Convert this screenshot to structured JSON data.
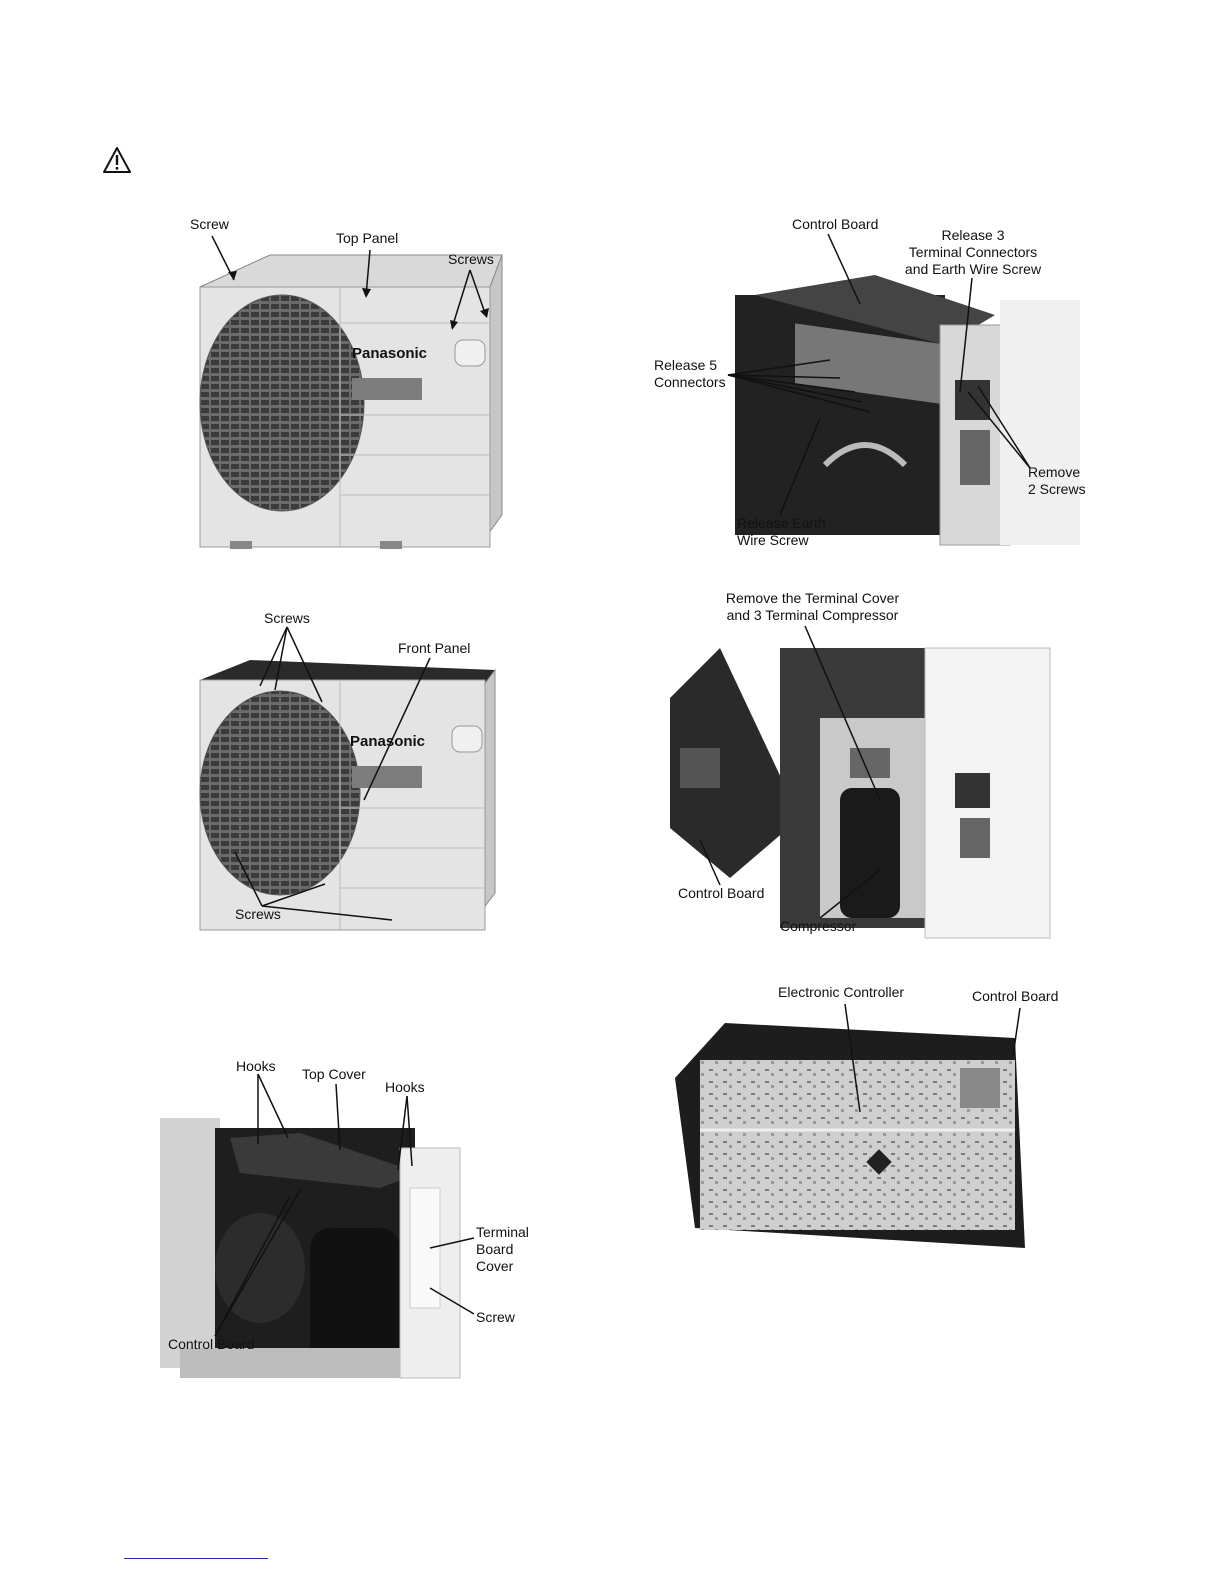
{
  "figures": {
    "fig1": {
      "labels": {
        "screw": "Screw",
        "top_panel": "Top Panel",
        "screws": "Screws"
      },
      "brand": "Panasonic"
    },
    "fig2": {
      "labels": {
        "control_board": "Control Board",
        "release_terminal": "Release 3\nTerminal Connectors\nand Earth Wire Screw",
        "release_connectors": "Release 5\nConnectors",
        "remove_screws": "Remove\n2 Screws",
        "release_earth": "Release Earth\nWire Screw"
      }
    },
    "fig3": {
      "labels": {
        "screws_top": "Screws",
        "front_panel": "Front Panel",
        "screws_bottom": "Screws"
      },
      "brand": "Panasonic"
    },
    "fig4": {
      "labels": {
        "remove_cover": "Remove the Terminal Cover\nand 3 Terminal Compressor",
        "control_board": "Control Board",
        "compressor": "Compressor"
      }
    },
    "fig5": {
      "labels": {
        "electronic_controller": "Electronic Controller",
        "control_board": "Control Board"
      }
    },
    "fig6": {
      "labels": {
        "hooks_left": "Hooks",
        "top_cover": "Top Cover",
        "hooks_right": "Hooks",
        "terminal_board_cover": "Terminal\nBoard\nCover",
        "screw": "Screw",
        "control_board": "Control Board"
      }
    }
  },
  "colors": {
    "footer_link": "#1a2fa8"
  }
}
